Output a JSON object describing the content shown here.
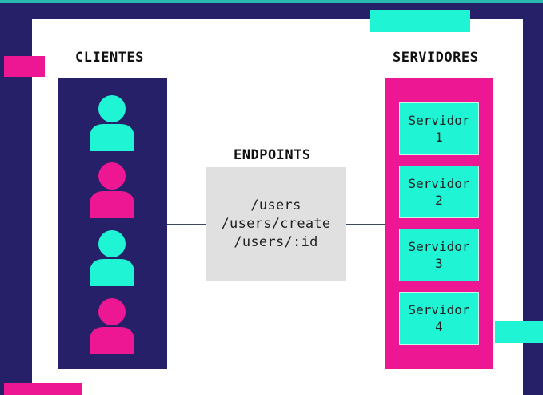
{
  "headings": {
    "clientes": "CLIENTES",
    "endpoints": "ENDPOINTS",
    "servidores": "SERVIDORES"
  },
  "clients": [
    {
      "color": "#1ff5d5",
      "icon": "user-icon"
    },
    {
      "color": "#ee1793",
      "icon": "user-icon"
    },
    {
      "color": "#1ff5d5",
      "icon": "user-icon"
    },
    {
      "color": "#ee1793",
      "icon": "user-icon"
    }
  ],
  "endpoints": [
    "/users",
    "/users/create",
    "/users/:id"
  ],
  "servers": [
    {
      "label": "Servidor",
      "number": "1"
    },
    {
      "label": "Servidor",
      "number": "2"
    },
    {
      "label": "Servidor",
      "number": "3"
    },
    {
      "label": "Servidor",
      "number": "4"
    }
  ],
  "colors": {
    "navy": "#262068",
    "pink": "#ee1793",
    "teal": "#1ff5d5",
    "panel_gray": "#e0e0e0"
  }
}
